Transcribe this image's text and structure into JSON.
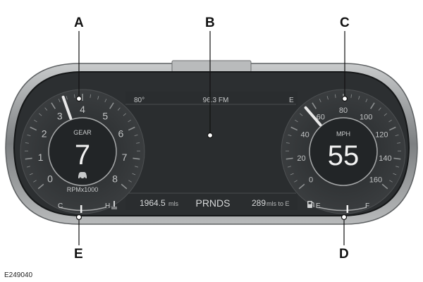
{
  "callouts": {
    "a": "A",
    "b": "B",
    "c": "C",
    "d": "D",
    "e": "E"
  },
  "figure_id": "E249040",
  "top_bar": {
    "temperature": "80°",
    "radio": "96.3 FM",
    "heading": "E"
  },
  "bottom_bar": {
    "odometer_value": "1964.5",
    "odometer_unit": "mls",
    "gear_selector": "PRNDS",
    "range_value": "289",
    "range_unit": "mls to E"
  },
  "tachometer": {
    "ticks": [
      "0",
      "1",
      "2",
      "3",
      "4",
      "5",
      "6",
      "7",
      "8"
    ],
    "needle_value": 3.4,
    "gear_label": "GEAR",
    "gear_value": "7",
    "unit_label": "RPMx1000",
    "car_icon": "car-icon"
  },
  "speedometer": {
    "ticks": [
      "0",
      "20",
      "40",
      "60",
      "80",
      "100",
      "120",
      "140",
      "160"
    ],
    "needle_value": 55,
    "unit_label": "MPH",
    "speed_value": "55"
  },
  "temp_gauge": {
    "cold_label": "C",
    "hot_label": "H",
    "icon": "coolant-temperature-icon",
    "level": 0.45
  },
  "fuel_gauge": {
    "empty_label": "E",
    "full_label": "F",
    "icon": "fuel-pump-icon",
    "level": 0.6
  },
  "colors": {
    "display_bg": "#2a2d2f",
    "bezel": "#9a9c9d",
    "text": "#d7d9da",
    "needle": "#e8e8e8"
  }
}
